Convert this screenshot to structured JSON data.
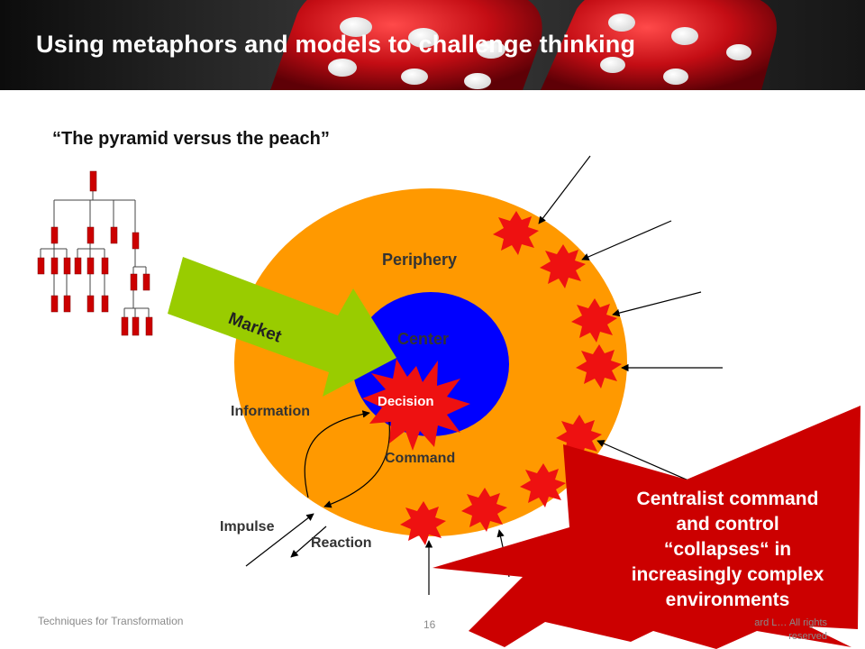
{
  "slide": {
    "title": "Using metaphors and models to challenge thinking",
    "subtitle": "“The pyramid versus the peach”"
  },
  "peach": {
    "periphery_label": "Periphery",
    "center_label": "Center",
    "decision_label": "Decision",
    "command_label": "Command",
    "information_label": "Information",
    "impulse_label": "Impulse",
    "reaction_label": "Reaction"
  },
  "market_arrow": {
    "label": "Market"
  },
  "callout": {
    "lines": [
      "Centralist command",
      "and control",
      "“collapses“ in",
      "increasingly complex",
      "environments"
    ]
  },
  "footer": {
    "left": "Techniques for Transformation",
    "page_number": "16",
    "right_line1": "ard L… All rights",
    "right_line2": "reserved"
  },
  "colors": {
    "periphery": "#ff9900",
    "center": "#0000ff",
    "bursts": "#ee1111",
    "market_arrow": "#99cc00",
    "callout": "#cc0000",
    "org_boxes": "#cc0000"
  }
}
